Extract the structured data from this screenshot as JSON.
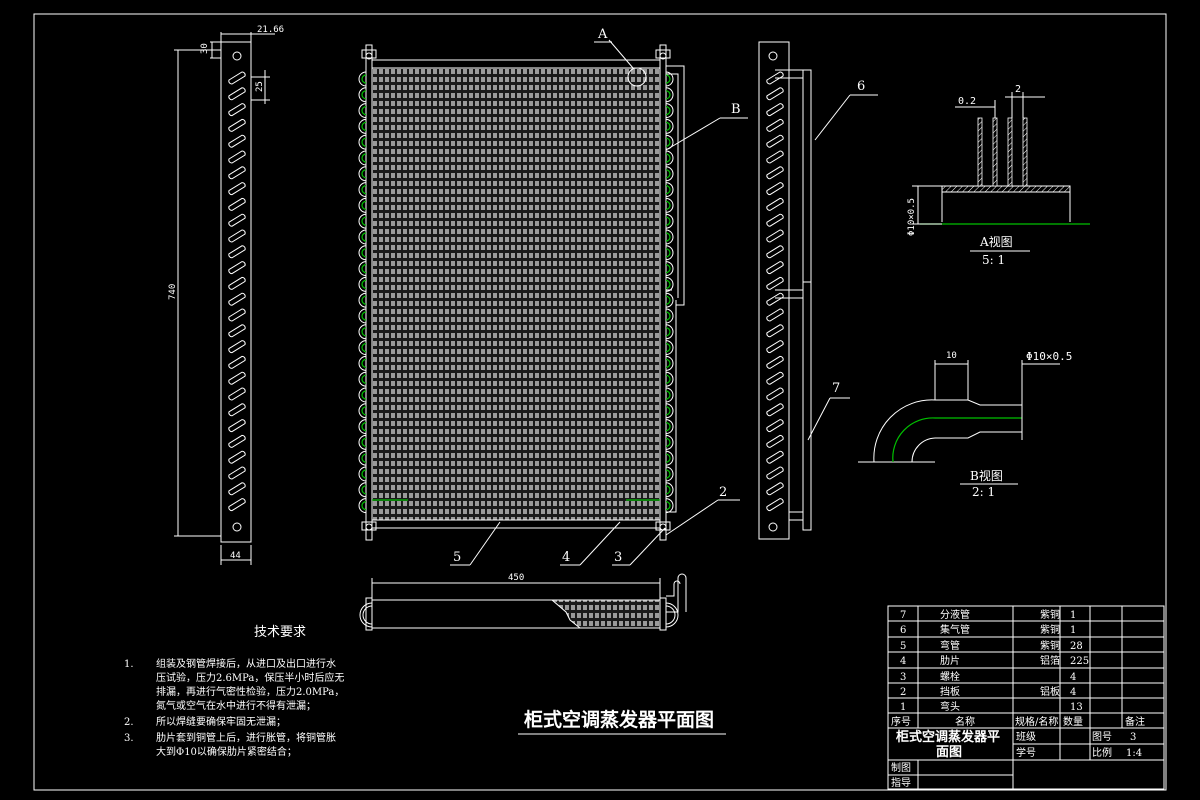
{
  "drawing": {
    "title": "柜式空调蒸发器平面图",
    "tech_req_title": "技术要求",
    "notes": [
      {
        "num": "1.",
        "lines": [
          "组装及钢管焊接后，从进口及出口进行水",
          "压试验，压力2.6MPa，保压半小时后应无",
          "排漏，再进行气密性检验，压力2.0MPa，",
          "氮气或空气在水中进行不得有泄漏；"
        ]
      },
      {
        "num": "2.",
        "lines": [
          "所以焊缝要确保牢固无泄漏；"
        ]
      },
      {
        "num": "3.",
        "lines": [
          "肋片套到铜管上后，进行胀管，将铜管胀",
          "大到Φ10以确保肋片紧密结合；"
        ]
      }
    ]
  },
  "views": {
    "a_view": {
      "label": "A视图",
      "scale": "5: 1",
      "dim1": "0.2",
      "dim2": "2",
      "dim_pipe": "Φ10×0.5"
    },
    "b_view": {
      "label": "B视图",
      "scale": "2: 1",
      "dim1": "10",
      "dim_pipe": "Φ10×0.5"
    }
  },
  "dimensions": {
    "side_width": "21.66",
    "side_top": "30",
    "side_pitch": "25",
    "side_height": "740",
    "side_bottom": "44",
    "bottom_length": "450"
  },
  "callouts": {
    "A": "A",
    "B": "B",
    "n2": "2",
    "n3": "3",
    "n4": "4",
    "n5": "5",
    "n6": "6",
    "n7": "7"
  },
  "bom": {
    "rows": [
      {
        "no": "7",
        "name": "分液管",
        "material": "紫铜",
        "qty": "1",
        "note": ""
      },
      {
        "no": "6",
        "name": "集气管",
        "material": "紫铜",
        "qty": "1",
        "note": ""
      },
      {
        "no": "5",
        "name": "弯管",
        "material": "紫铜",
        "qty": "28",
        "note": ""
      },
      {
        "no": "4",
        "name": "肋片",
        "material": "铝箔",
        "qty": "225",
        "note": ""
      },
      {
        "no": "3",
        "name": "螺栓",
        "material": "",
        "qty": "4",
        "note": ""
      },
      {
        "no": "2",
        "name": "挡板",
        "material": "铝板",
        "qty": "4",
        "note": ""
      },
      {
        "no": "1",
        "name": "弯头",
        "material": "",
        "qty": "13",
        "note": ""
      }
    ],
    "header": {
      "no": "序号",
      "name": "名称",
      "material": "规格/名称",
      "qty": "数量",
      "note": "备注"
    }
  },
  "titleblock": {
    "name_line1": "柜式空调蒸发器平",
    "name_line2": "面图",
    "class_label": "班级",
    "id_label": "学号",
    "drawing_no_label": "图号",
    "drawing_no": "3",
    "scale_label": "比例",
    "scale": "1:4",
    "drawn_label": "制图",
    "check_label": "指导"
  }
}
